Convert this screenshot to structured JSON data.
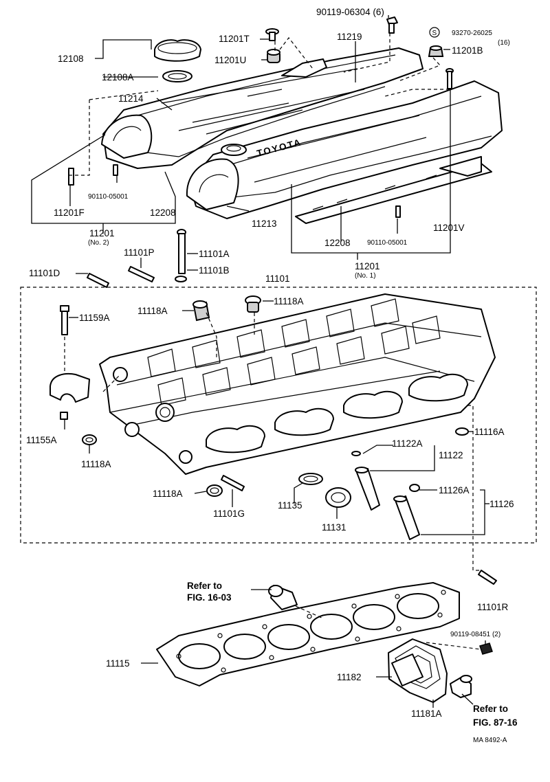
{
  "labels": {
    "l_90119_06304": "90119-06304 (6)",
    "l_11201T": "11201T",
    "l_11219": "11219",
    "l_93270": "93270-26025",
    "l_16": "(16)",
    "l_11201U": "11201U",
    "l_11201B": "11201B",
    "l_12108": "12108",
    "l_12108A": "12108A",
    "l_11214": "11214",
    "l_90110_a": "90110-05001",
    "l_11201F": "11201F",
    "l_12208a": "12208",
    "l_11213": "11213",
    "l_11201a": "11201",
    "l_no2": "(No. 2)",
    "l_12208b": "12208",
    "l_90110_b": "90110-05001",
    "l_11201V": "11201V",
    "l_11201b": "11201",
    "l_no1": "(No. 1)",
    "l_11101P": "11101P",
    "l_11101A": "11101A",
    "l_11101B": "11101B",
    "l_11101D": "11101D",
    "l_11101": "11101",
    "l_11118A_1": "11118A",
    "l_11118A_2": "11118A",
    "l_11159A": "11159A",
    "l_11155A": "11155A",
    "l_11118A_3": "11118A",
    "l_11118A_4": "11118A",
    "l_11101G": "11101G",
    "l_11135": "11135",
    "l_11131": "11131",
    "l_11122A": "11122A",
    "l_11122": "11122",
    "l_11116A": "11116A",
    "l_11126A": "11126A",
    "l_11126": "11126",
    "l_refer1a": "Refer to",
    "l_refer1b": "FIG. 16-03",
    "l_11101R": "11101R",
    "l_90119_08451": "90119-08451 (2)",
    "l_11115": "11115",
    "l_11182": "11182",
    "l_11181A": "11181A",
    "l_refer2a": "Refer to",
    "l_refer2b": "FIG. 87-16",
    "l_ma": "MA  8492-A",
    "l_s": "S"
  },
  "cover_text": {
    "cover_logo": "TOYOTA"
  }
}
